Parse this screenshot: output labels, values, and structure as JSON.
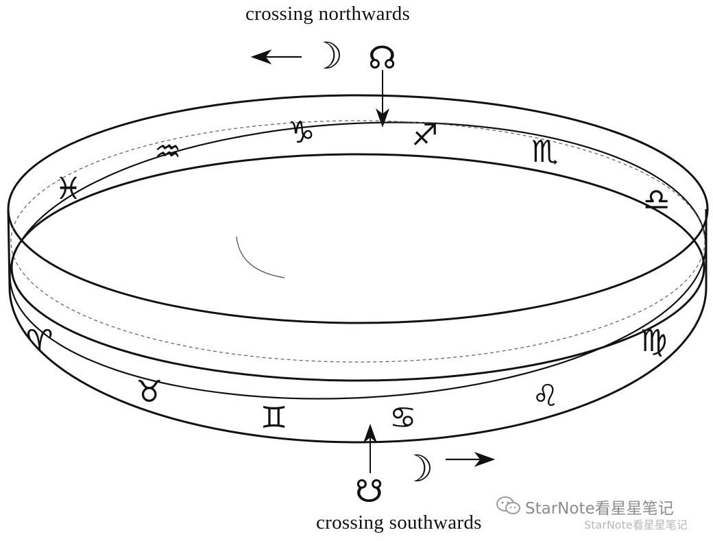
{
  "captions": {
    "north": "crossing northwards",
    "south": "crossing southwards"
  },
  "nodes": {
    "ascending": "☊",
    "descending": "☋",
    "moon": "☽"
  },
  "zodiac": [
    {
      "name": "pisces",
      "glyph": "♓"
    },
    {
      "name": "aquarius",
      "glyph": "♒"
    },
    {
      "name": "capricorn",
      "glyph": "♑"
    },
    {
      "name": "sagittarius",
      "glyph": "♐"
    },
    {
      "name": "scorpio",
      "glyph": "♏"
    },
    {
      "name": "libra",
      "glyph": "♎"
    },
    {
      "name": "virgo",
      "glyph": "♍"
    },
    {
      "name": "leo",
      "glyph": "♌"
    },
    {
      "name": "cancer",
      "glyph": "♋"
    },
    {
      "name": "gemini",
      "glyph": "♊"
    },
    {
      "name": "taurus",
      "glyph": "♉"
    },
    {
      "name": "aries",
      "glyph": "♈"
    }
  ],
  "watermark": {
    "main": "StarNote看星星笔记",
    "sub": "StarNote看星星笔记"
  }
}
